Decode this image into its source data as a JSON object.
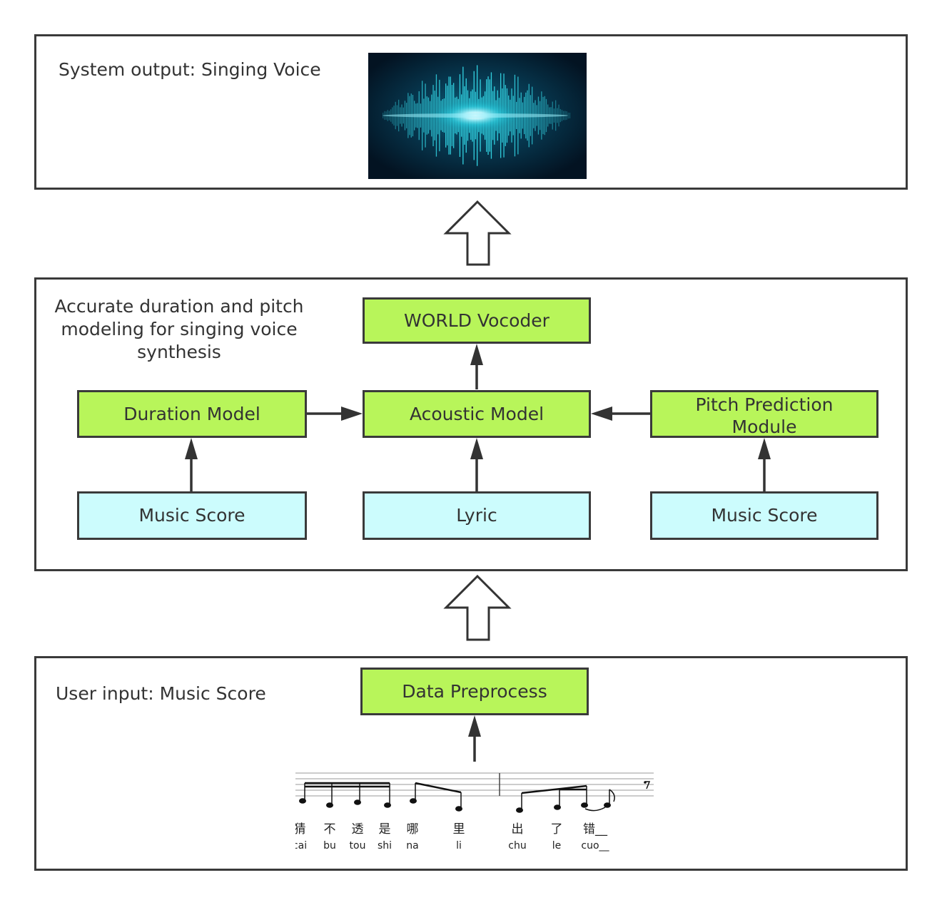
{
  "output_panel": {
    "caption": "System output: Singing Voice",
    "image": "singing-voice-waveform"
  },
  "model_panel": {
    "caption": "Accurate duration and pitch modeling for singing voice synthesis",
    "caption_lines": [
      "Accurate duration and pitch",
      "modeling for singing voice",
      "synthesis"
    ],
    "nodes": {
      "vocoder": "WORLD Vocoder",
      "duration": "Duration Model",
      "acoustic": "Acoustic Model",
      "pitch": "Pitch Prediction Module",
      "pitch_lines": [
        "Pitch Prediction",
        "Module"
      ],
      "score_left": "Music Score",
      "lyric": "Lyric",
      "score_right": "Music Score"
    }
  },
  "input_panel": {
    "caption": "User input: Music Score",
    "preprocess": "Data Preprocess",
    "score_lyrics": {
      "hanzi": [
        "猜",
        "不",
        "透",
        "是",
        "哪",
        "里",
        "出",
        "了",
        "错__"
      ],
      "pinyin": [
        "cai",
        "bu",
        "tou",
        "shi",
        "na",
        "li",
        "chu",
        "le",
        "cuo__"
      ]
    }
  },
  "colors": {
    "process_node": "#b8f55a",
    "input_node": "#ccfcfd",
    "border": "#3a3a3a"
  }
}
